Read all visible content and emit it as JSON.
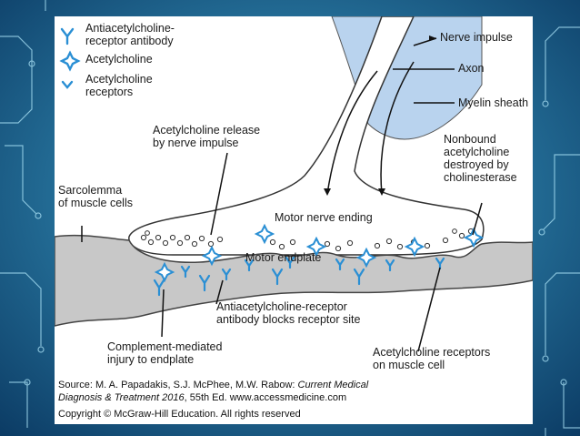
{
  "legend": {
    "antibody": [
      "Antiacetylcholine-",
      "receptor antibody"
    ],
    "acetylcholine": "Acetylcholine",
    "receptors": [
      "Acetylcholine",
      "receptors"
    ]
  },
  "labels": {
    "nerve_impulse": "Nerve impulse",
    "axon": "Axon",
    "myelin_sheath": "Myelin sheath",
    "ach_release": [
      "Acetylcholine release",
      "by nerve impulse"
    ],
    "nonbound": [
      "Nonbound",
      "acetylcholine",
      "destroyed by",
      "cholinesterase"
    ],
    "sarcolemma": [
      "Sarcolemma",
      "of muscle cells"
    ],
    "motor_nerve_ending": "Motor nerve ending",
    "motor_endplate": "Motor endplate",
    "antibody_blocks": [
      "Antiacetylcholine-receptor",
      "antibody blocks receptor site"
    ],
    "complement": [
      "Complement-mediated",
      "injury to endplate"
    ],
    "ach_receptors_muscle": [
      "Acetylcholine receptors",
      "on muscle cell"
    ]
  },
  "source": {
    "line1_prefix": "Source: M. A. Papadakis, S.J. McPhee, M.W. Rabow: ",
    "line1_italic": "Current Medical",
    "line2_italic": "Diagnosis & Treatment 2016",
    "line2_rest": ", 55th Ed. www.accessmedicine.com",
    "line3": "Copyright © McGraw-Hill Education. All rights reserved"
  },
  "colors": {
    "background_dark": "#0b3a63",
    "background_light": "#3fa6cf",
    "icon_blue": "#2a8fd4",
    "myelin": "#b9d3ee",
    "muscle": "#c8c8c8",
    "nerve_fill": "#ffffff"
  }
}
